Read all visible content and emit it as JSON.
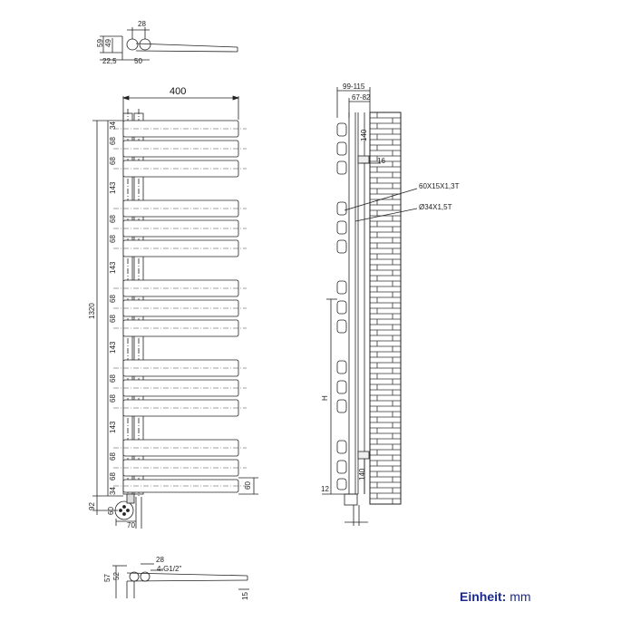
{
  "unit": {
    "label": "Einheit:",
    "value": "mm"
  },
  "top_view": {
    "dims": {
      "d28": "28",
      "d59": "59",
      "d49": "49",
      "d22_5": "22,5",
      "d50": "50"
    }
  },
  "front_view": {
    "width": "400",
    "height": "1320",
    "spacings": [
      "34",
      "68",
      "68",
      "143",
      "68",
      "68",
      "143",
      "68",
      "68",
      "143",
      "68",
      "68",
      "143",
      "68",
      "68",
      "34"
    ],
    "bottom": {
      "d92": "92",
      "d60a": "60",
      "d70": "70",
      "d60b": "60"
    }
  },
  "side_view": {
    "depth_range": "99-115",
    "depth_inner": "67-82",
    "d140_top": "140",
    "d16": "16",
    "profile_bar": "60X15X1,3T",
    "profile_tube": "Ø34X1,5T",
    "h_label": "H",
    "d12": "12",
    "d140_bottom": "140"
  },
  "bottom_view": {
    "d28": "28",
    "thread": "4-G1/2\"",
    "d57": "57",
    "d52": "52",
    "d15": "15"
  }
}
